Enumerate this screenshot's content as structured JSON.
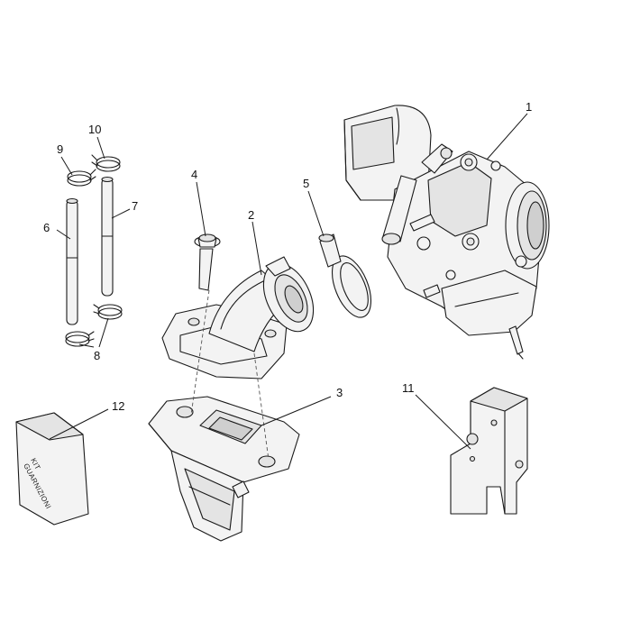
{
  "callouts": [
    "1",
    "2",
    "3",
    "4",
    "5",
    "6",
    "7",
    "8",
    "9",
    "10",
    "11",
    "12"
  ],
  "kit_label": {
    "line1": "KIT",
    "line2": "GUARNIZIONI"
  }
}
